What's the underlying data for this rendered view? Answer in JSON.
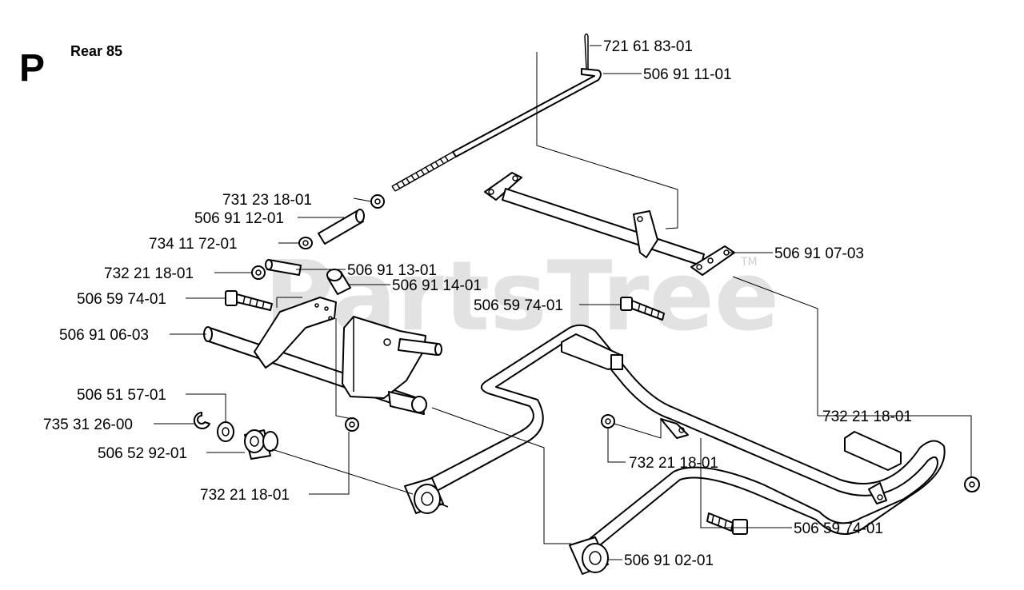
{
  "section_letter": "P",
  "section_title": "Rear 85",
  "watermark": "PartsTree",
  "watermark_tm": "TM",
  "parts": [
    {
      "id": "p01",
      "number": "721 61 83-01"
    },
    {
      "id": "p02",
      "number": "506 91 11-01"
    },
    {
      "id": "p03",
      "number": "731 23 18-01"
    },
    {
      "id": "p04",
      "number": "506 91 12-01"
    },
    {
      "id": "p05",
      "number": "734 11 72-01"
    },
    {
      "id": "p06",
      "number": "732 21 18-01"
    },
    {
      "id": "p07",
      "number": "506 91 13-01"
    },
    {
      "id": "p08",
      "number": "506 91 14-01"
    },
    {
      "id": "p09",
      "number": "506 59 74-01"
    },
    {
      "id": "p10",
      "number": "506 91 07-03"
    },
    {
      "id": "p11",
      "number": "506 59 74-01"
    },
    {
      "id": "p12",
      "number": "506 91 06-03"
    },
    {
      "id": "p13",
      "number": "506 51 57-01"
    },
    {
      "id": "p14",
      "number": "735 31 26-00"
    },
    {
      "id": "p15",
      "number": "506 52 92-01"
    },
    {
      "id": "p16",
      "number": "732 21 18-01"
    },
    {
      "id": "p17",
      "number": "732 21 18-01"
    },
    {
      "id": "p18",
      "number": "732 21 18-01"
    },
    {
      "id": "p19",
      "number": "506 59 74-01"
    },
    {
      "id": "p20",
      "number": "506 91 02-01"
    }
  ]
}
